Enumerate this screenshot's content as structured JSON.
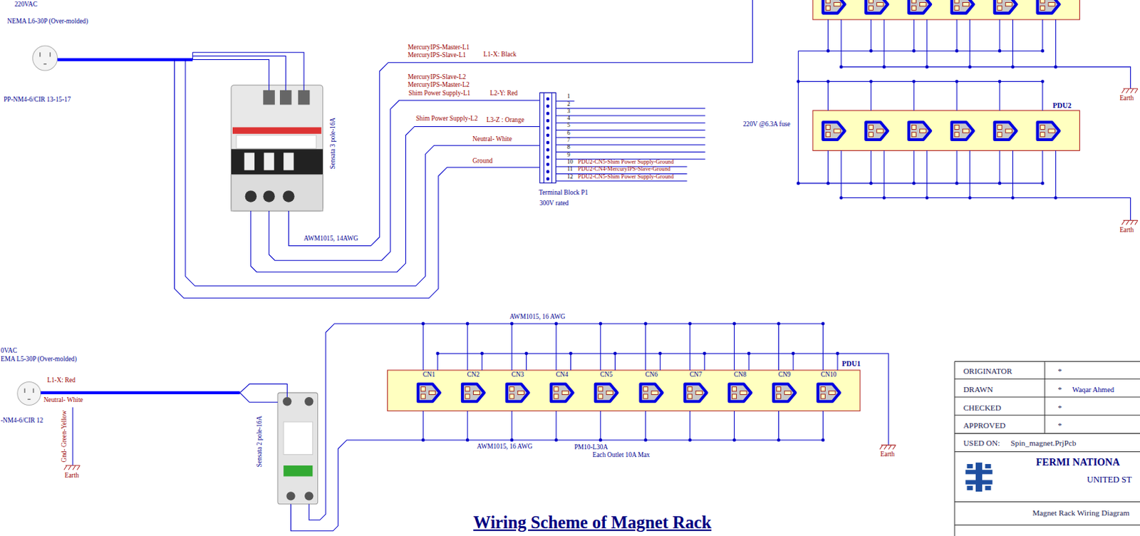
{
  "diagram": {
    "title": "Wiring Scheme of Magnet Rack",
    "nodes": [
      {
        "text": [
          "Sensata 3 pole-16A"
        ]
      },
      {
        "text": [
          "Terminal Block P1",
          "300V rated"
        ]
      },
      {
        "text": [
          "PDU2"
        ]
      },
      {
        "text": [
          "Sensata 2 pole-16A"
        ]
      },
      {
        "text": [
          "PDU1",
          "CN1",
          "CN2",
          "CN3",
          "CN4",
          "CN5",
          "CN6",
          "CN7",
          "CN8",
          "CN9",
          "CN10"
        ]
      }
    ],
    "edges": [
      {
        "from": 0,
        "to": 1,
        "arrow": "none",
        "label": "L2-Y: Red"
      },
      {
        "from": 0,
        "to": 1,
        "arrow": "none",
        "label": "L3-Z : Orange"
      },
      {
        "from": 3,
        "to": 4,
        "arrow": "none",
        "label": "AWM1015, 16 AWG"
      },
      {
        "from": 3,
        "to": 4,
        "arrow": "none",
        "label": "AWM1015, 16 AWG"
      }
    ],
    "labels": [
      "220VAC",
      "NEMA L6-30P (Over-molded)",
      "PP-NM4-6/CIR 13-15-17",
      "MercuryIPS-Master-L1",
      "MercuryIPS-Slave-L1",
      "L1-X: Black",
      "MercuryIPS-Slave-L2",
      "MercuryIPS-Master-L2",
      "Shim Power Supply-L1",
      "Shim Power Supply-L2",
      "Neutral- White",
      "Ground",
      "AWM1015, 14AWG",
      "1",
      "2",
      "3",
      "4",
      "5",
      "6",
      "7",
      "8",
      "9",
      "10",
      "PDU2-CN5-Shim Power Supply-Ground",
      "11",
      "PDU2-CN4-MercuryIPS-Slave-Ground",
      "12",
      "PDU2-CN5-Shim Power Supply-Ground",
      "220V @6.3A fuse",
      "Earth",
      "Earth",
      "0VAC",
      "EMA L5-30P (Over-molded)",
      "-NM4-6/CIR 12",
      "L1-X: Red",
      "Neutral- White",
      "Gnd- Green-Yellow",
      "Earth",
      "PM10-L30A",
      "Each Outlet 10A Max",
      "Earth",
      "ORIGINATOR",
      "*",
      "DRAWN",
      "*",
      "Waqar Ahmed",
      "CHECKED",
      "*",
      "APPROVED",
      "*",
      "USED ON:",
      "Spin_magnet.PrjPcb",
      "FERMI NATIONA",
      "UNITED ST",
      "Magnet Rack Wiring Diagram"
    ]
  }
}
